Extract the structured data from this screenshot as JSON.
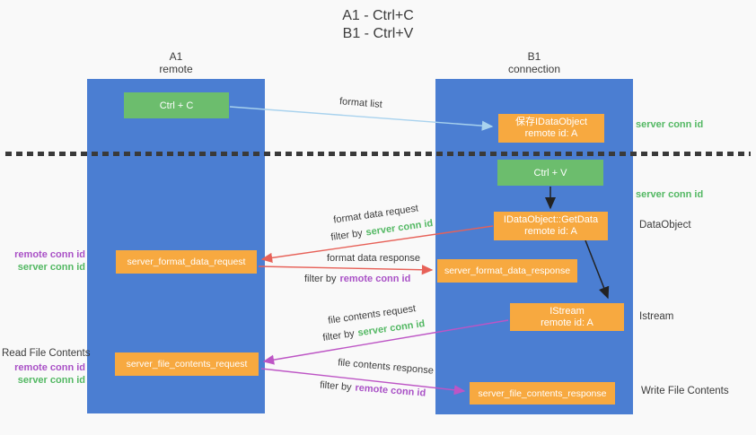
{
  "title": {
    "line1": "A1 - Ctrl+C",
    "line2": "B1 - Ctrl+V"
  },
  "columns": {
    "a1": {
      "name": "A1",
      "subtitle": "remote"
    },
    "b1": {
      "name": "B1",
      "subtitle": "connection"
    }
  },
  "boxes": {
    "ctrl_c": "Ctrl + C",
    "ctrl_v": "Ctrl + V",
    "save_dataobject": {
      "line1": "保存IDataObject",
      "line2": "remote id: A"
    },
    "getdata": {
      "line1": "IDataObject::GetData",
      "line2": "remote id: A"
    },
    "istream": {
      "line1": "IStream",
      "line2": "remote id: A"
    },
    "format_request": "server_format_data_request",
    "format_response": "server_format_data_response",
    "file_request": "server_file_contents_request",
    "file_response": "server_file_contents_response"
  },
  "side_labels": {
    "server_conn_id_top": "server conn id",
    "server_conn_id_mid": "server conn id",
    "dataobject": "DataObject",
    "istream": "Istream",
    "write_file_contents": "Write File Contents",
    "read_file_contents": "Read File Contents",
    "remote_conn_id_1": "remote conn id",
    "server_conn_id_1": "server conn id",
    "remote_conn_id_2": "remote conn id",
    "server_conn_id_2": "server conn id"
  },
  "arrow_labels": {
    "format_list": "format list",
    "format_data_request": "format data request",
    "format_data_response": "format data response",
    "file_contents_request": "file contents request",
    "file_contents_response": "file contents response",
    "filter_by": "filter by",
    "server_conn_id": "server conn id",
    "remote_conn_id": "remote conn id"
  },
  "colors": {
    "column_blue": "#4b7ed2",
    "box_green": "#6cbd6d",
    "box_orange": "#f7a940",
    "arrow_lightblue": "#a8d2ee",
    "arrow_red": "#e76158",
    "arrow_purple": "#bd55c5",
    "text_green": "#53b863",
    "text_purple": "#a951c6"
  }
}
